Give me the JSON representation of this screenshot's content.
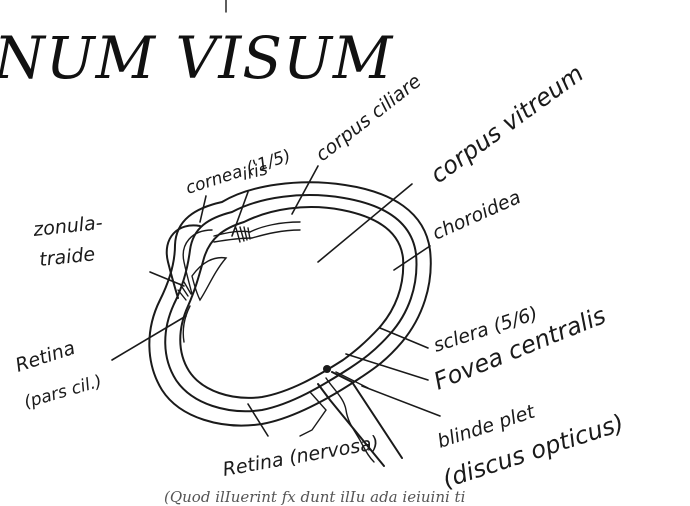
{
  "title": "NUM VISUM",
  "labels": {
    "cornea": "cornea ('1/5)",
    "iris": "iris",
    "corpus_ciliare": "corpus ciliare",
    "corpus_vitreum": "corpus vitreum",
    "choroidea": "choroidea",
    "zonula_line1": "zonula-",
    "zonula_line2": "traide",
    "retina_cil_line1": "Retina",
    "retina_cil_line2": "(pars cil.)",
    "sclera": "sclera (5/6)",
    "fovea": "Fovea centralis",
    "blinde_line1": "blinde plet",
    "blinde_line2": "(discus opticus)",
    "retina_nervosa": "Retina (nervosa)"
  },
  "caption": "(Quod ilIuerint fx dunt ilIu ada ieiuini ti",
  "colors": {
    "ink": "#1a1a1a",
    "background": "#ffffff"
  }
}
